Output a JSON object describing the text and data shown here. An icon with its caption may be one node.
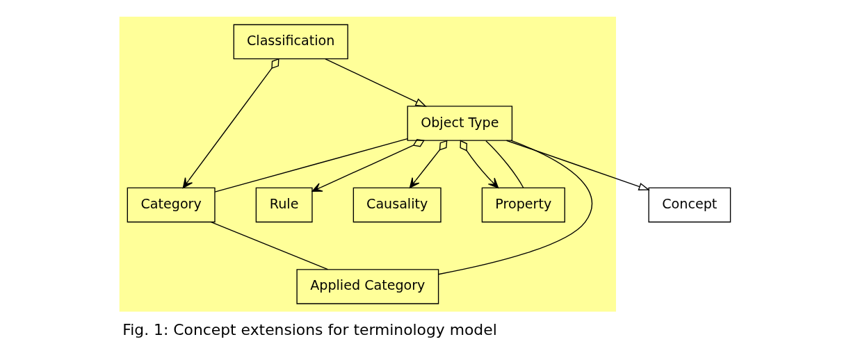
{
  "diagram": {
    "caption": "Fig. 1: Concept extensions for terminology model",
    "nodes": [
      {
        "text": [
          "Concept"
        ]
      },
      {
        "text": [],
        "shape": "box"
      },
      {
        "text": [
          "Causality"
        ],
        "in": 1
      },
      {
        "text": [
          "Rule"
        ],
        "in": 1
      },
      {
        "text": [
          "Classification"
        ],
        "in": 1
      },
      {
        "text": [
          "Object Type"
        ],
        "in": 1
      },
      {
        "text": [
          "Category"
        ],
        "in": 1
      },
      {
        "text": [
          "Applied Category"
        ],
        "in": 1
      },
      {
        "text": [
          "Property"
        ],
        "in": 1
      }
    ],
    "edges": [
      {
        "from": 5,
        "to": 0,
        "arrow": "to"
      },
      {
        "from": 5,
        "to": 2,
        "arrow": "to"
      },
      {
        "from": 5,
        "to": 3,
        "arrow": "to"
      },
      {
        "from": 4,
        "to": 5,
        "arrow": "to"
      },
      {
        "from": 5,
        "to": 8,
        "arrow": "to"
      },
      {
        "from": 4,
        "to": 6,
        "arrow": "to"
      },
      {
        "from": 5,
        "to": 6,
        "arrow": "none"
      },
      {
        "from": 5,
        "to": 7,
        "arrow": "none"
      },
      {
        "from": 5,
        "to": 8,
        "arrow": "none"
      },
      {
        "from": 6,
        "to": 7,
        "arrow": "none"
      }
    ]
  }
}
